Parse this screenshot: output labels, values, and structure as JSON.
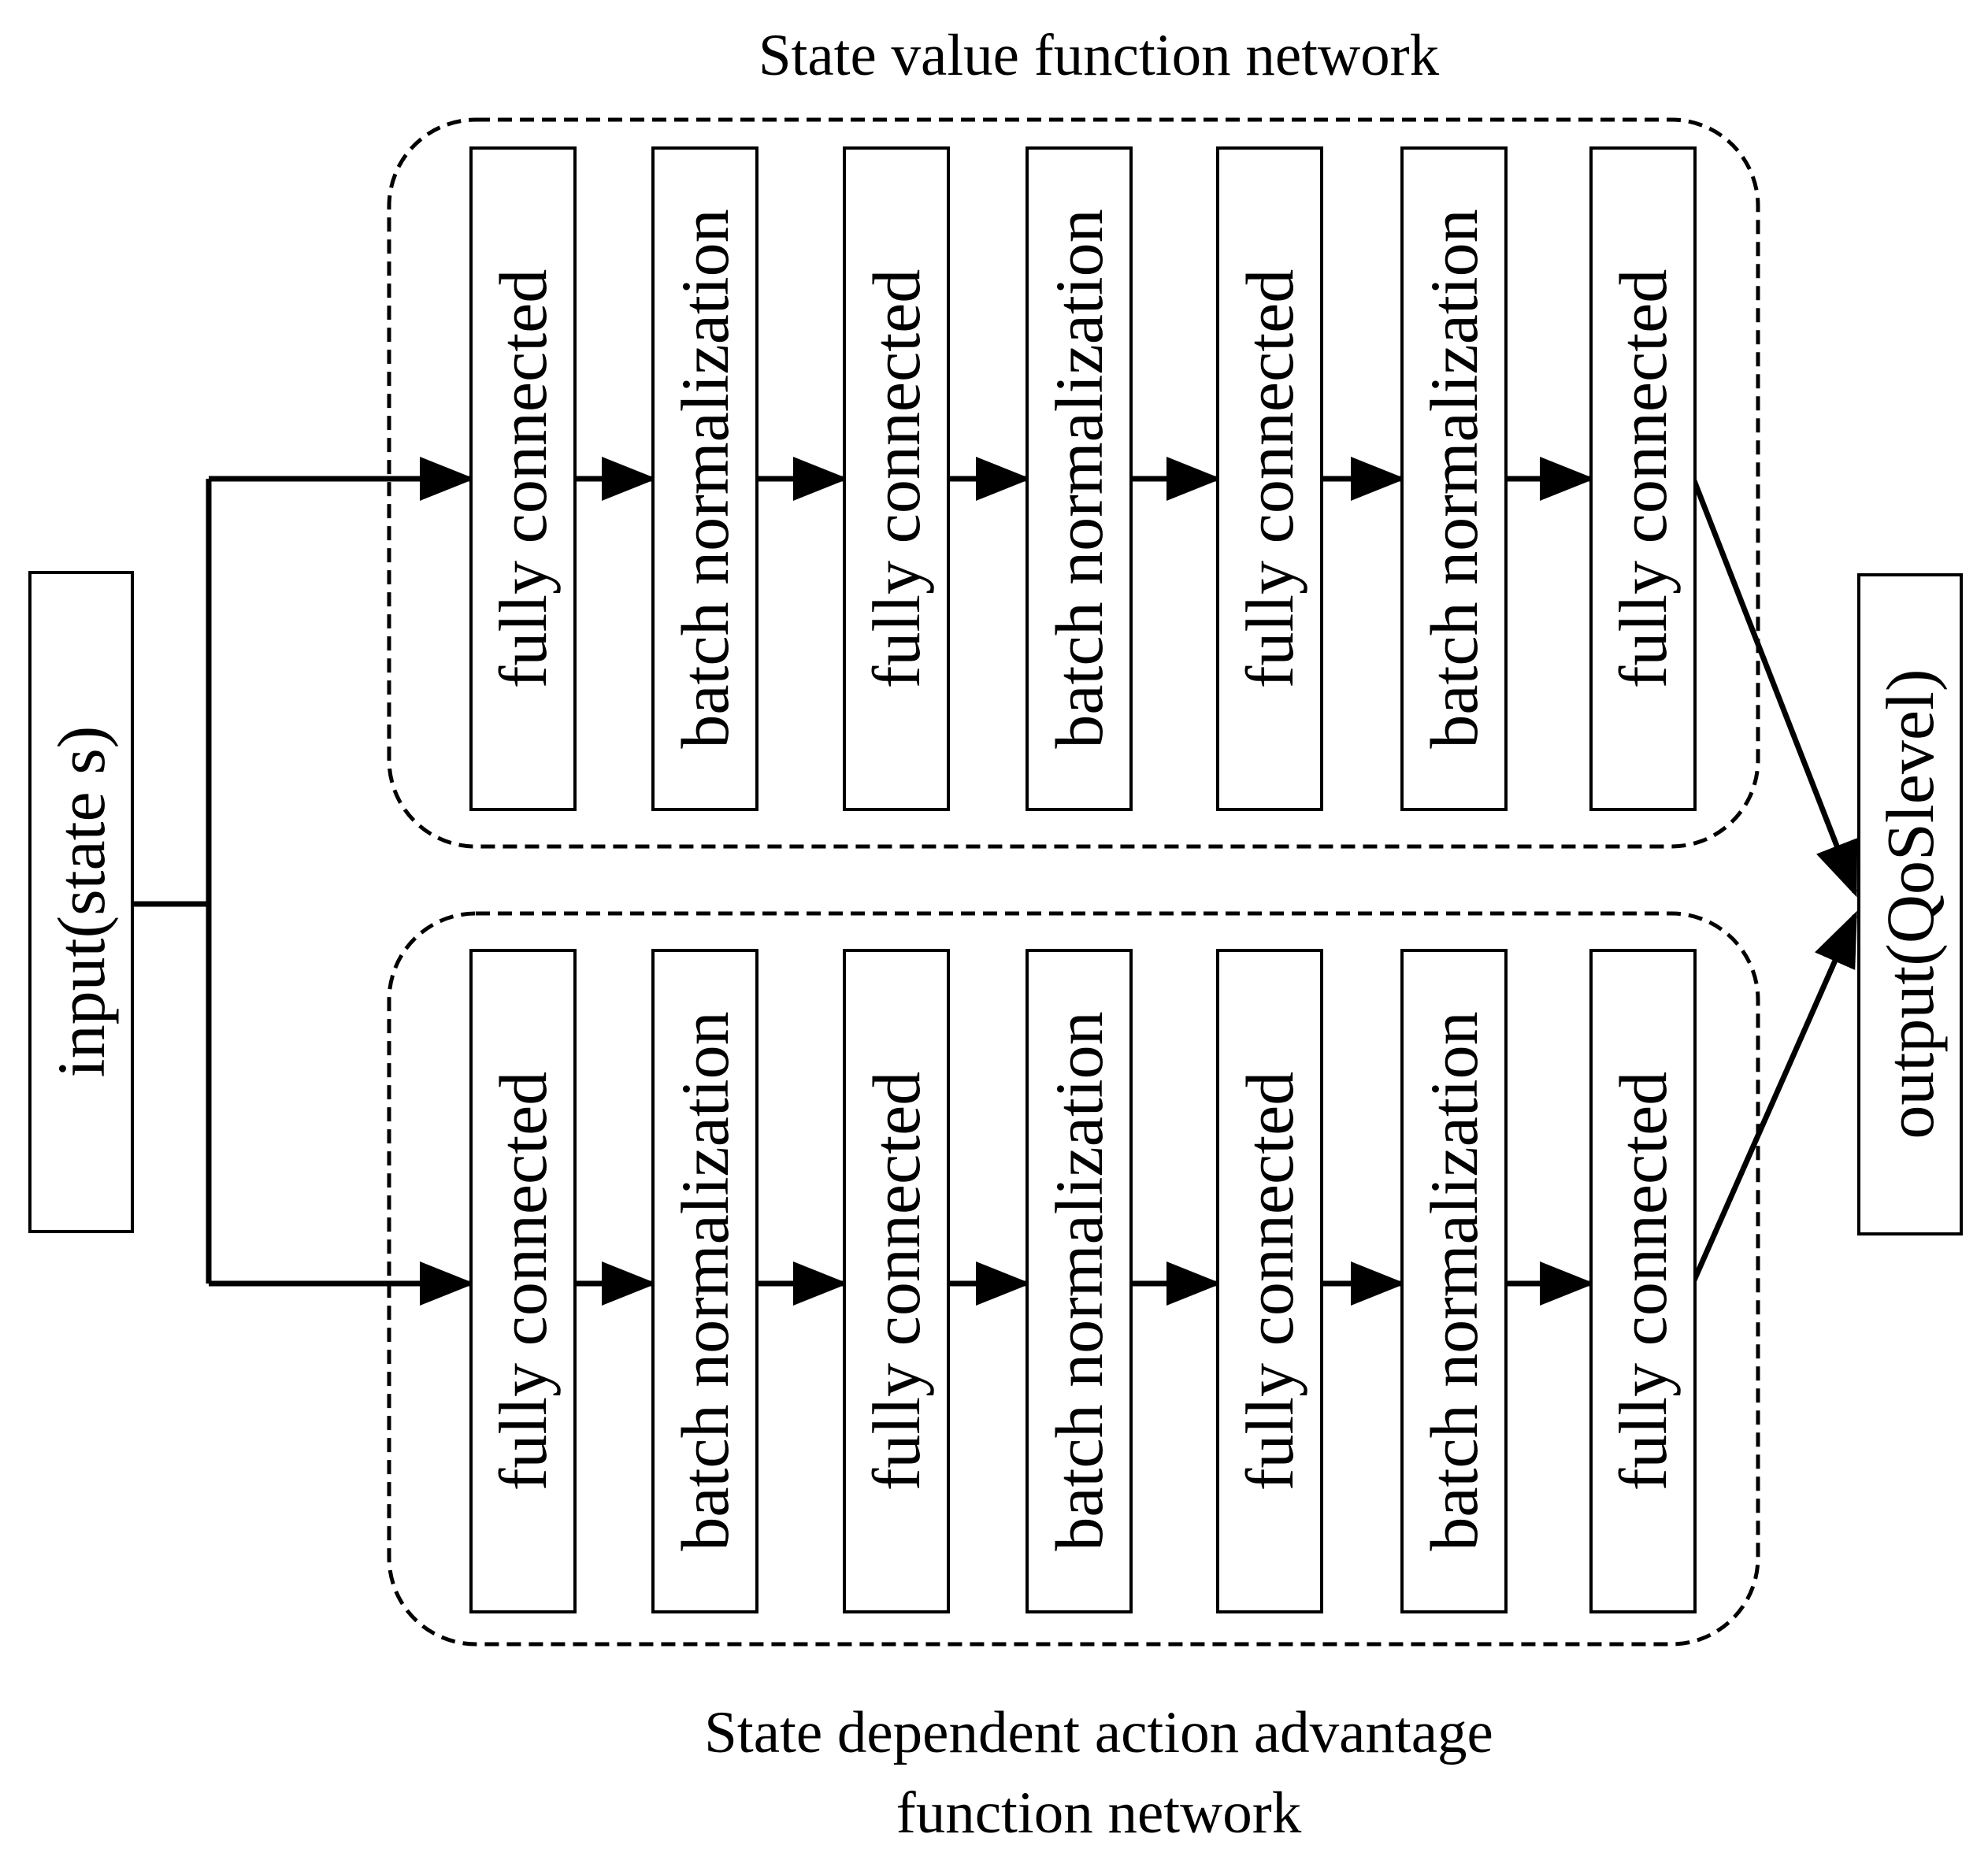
{
  "diagram": {
    "top_network_title": "State value function network",
    "bottom_network_title_line1": "State dependent action advantage",
    "bottom_network_title_line2": "function network",
    "input_label": "input(state  s)",
    "output_label": "output(QoSlevel)",
    "top_layers": [
      "fully  connected",
      "batch  normalization",
      "fully  connected",
      "batch  normalization",
      "fully  connected",
      "batch  normalization",
      "fully  connected"
    ],
    "bottom_layers": [
      "fully  connected",
      "batch  normalization",
      "fully  connected",
      "batch  normalization",
      "fully  connected",
      "batch  normalization",
      "fully  connected"
    ]
  }
}
